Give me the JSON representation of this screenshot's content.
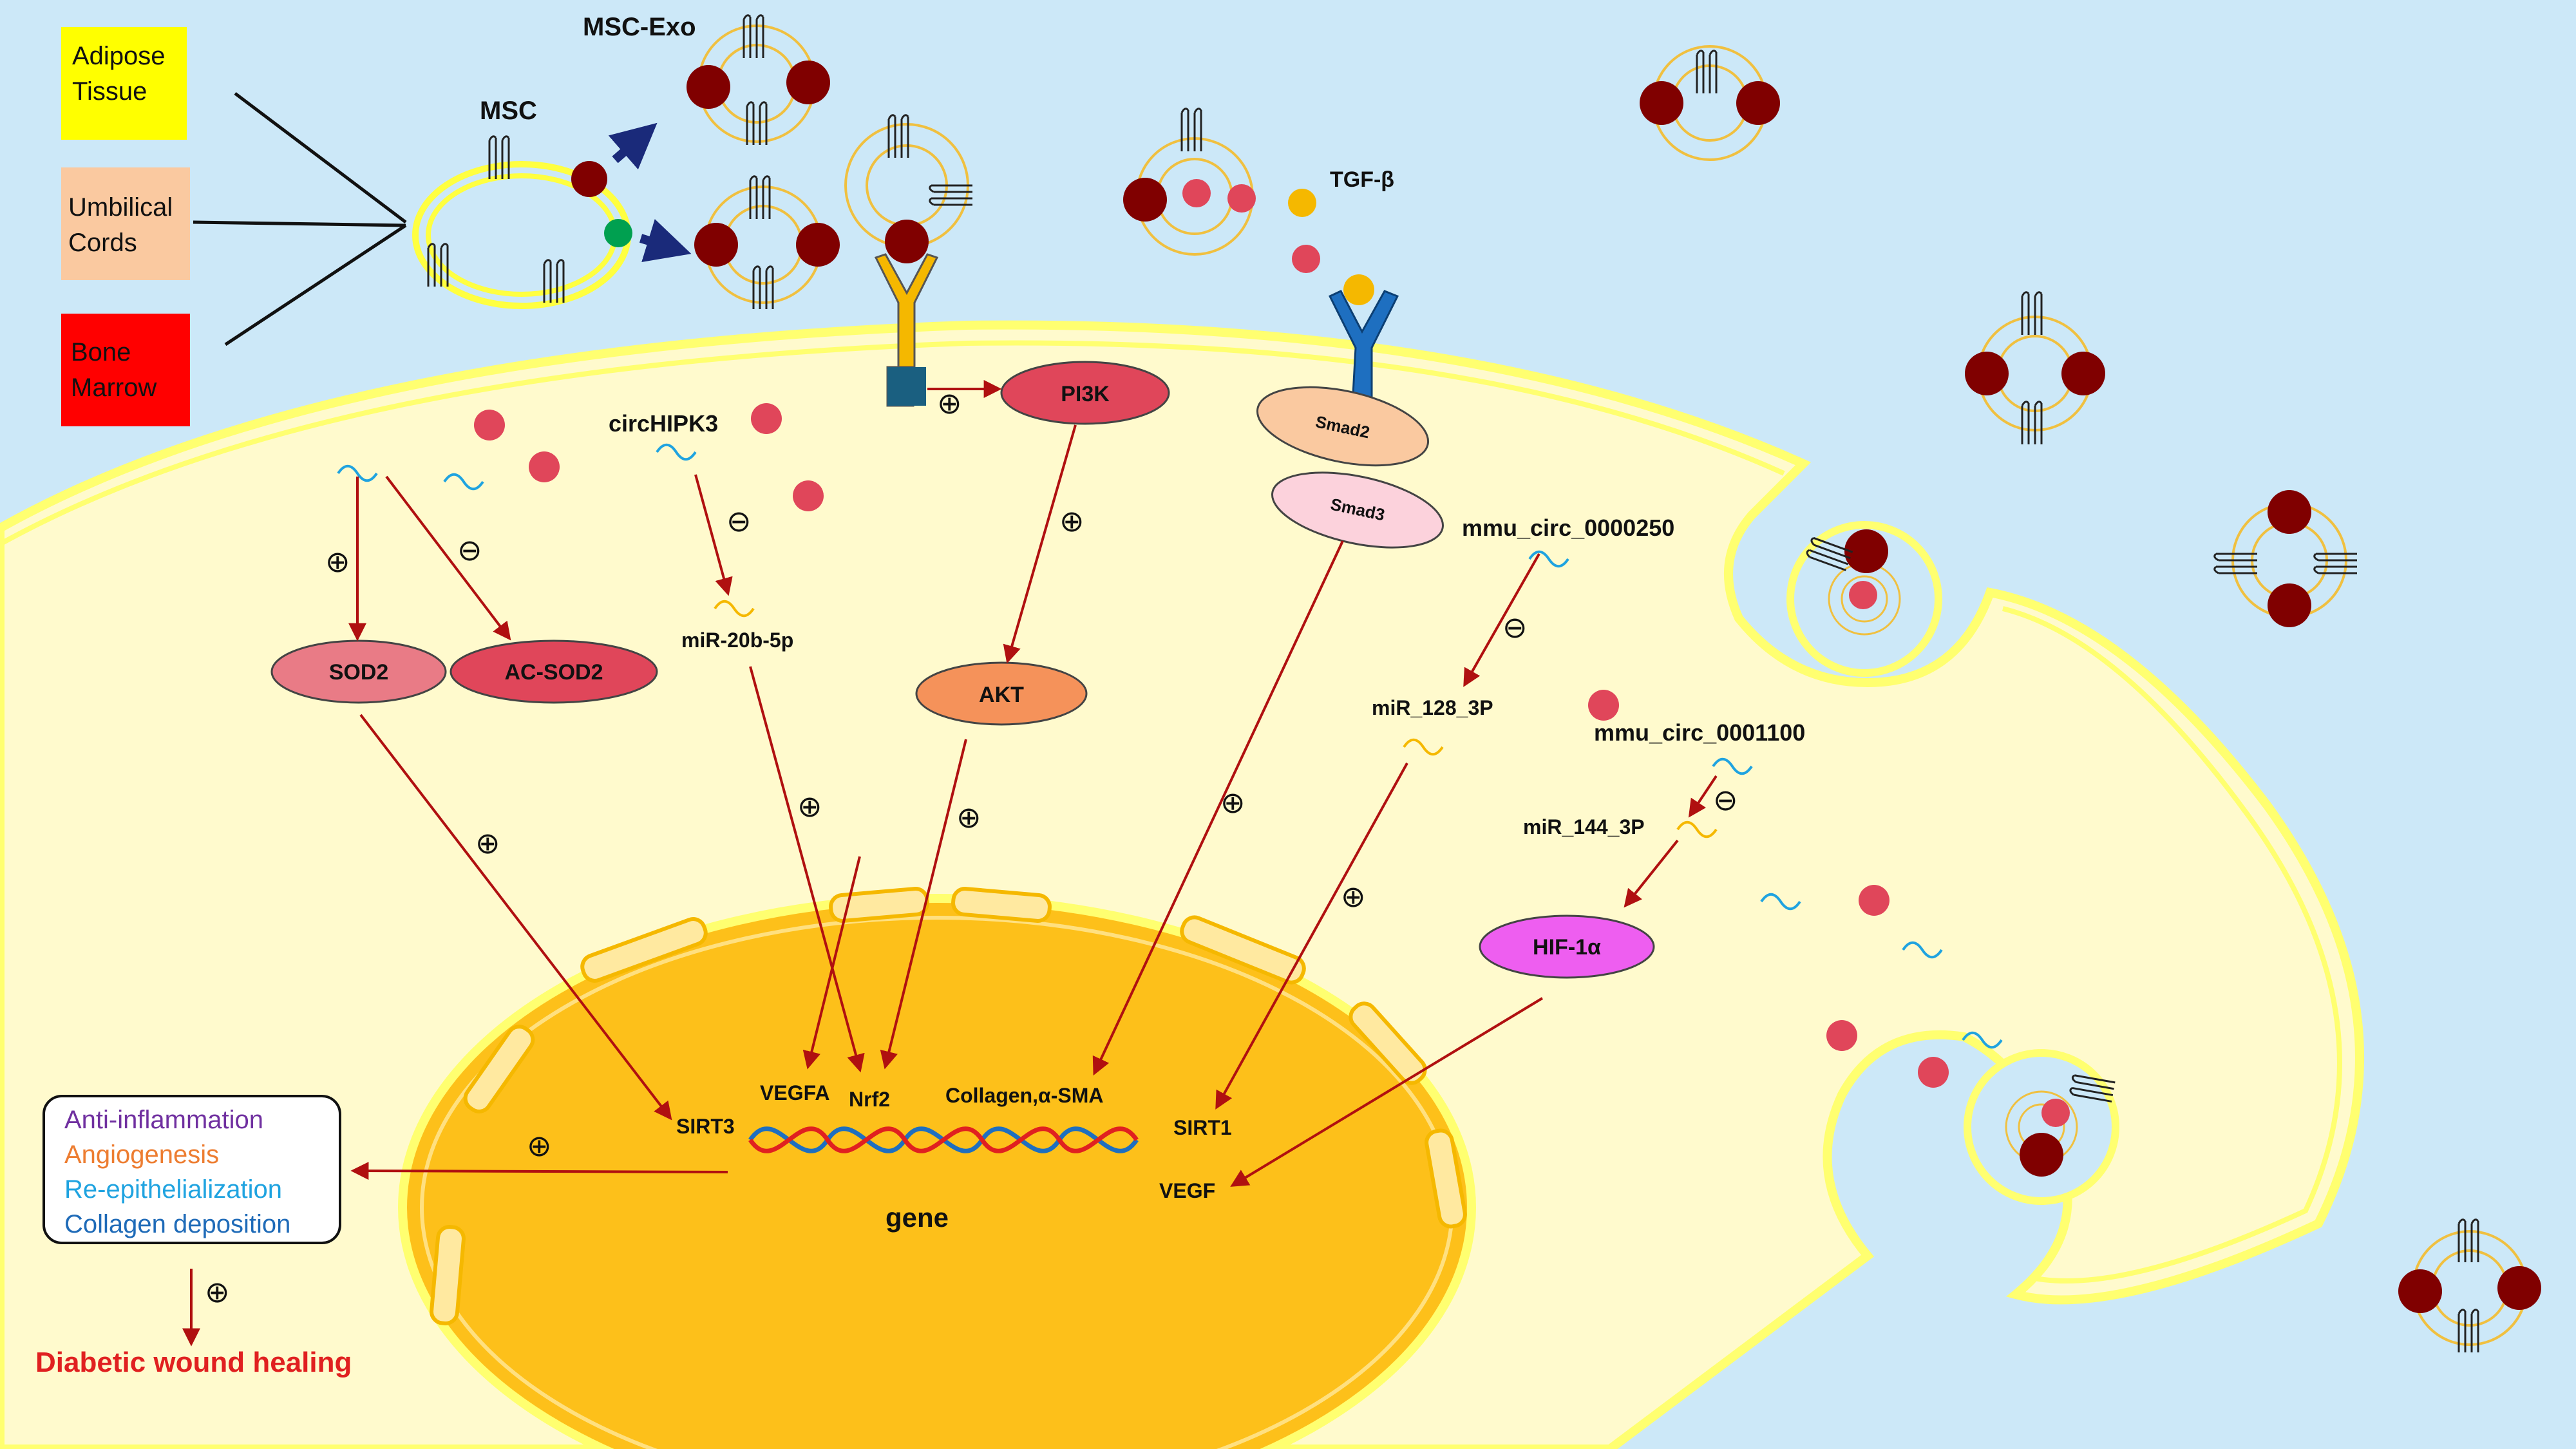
{
  "sources": [
    {
      "label_1": "Adipose",
      "label_2": "Tissue",
      "color": "#ffff00"
    },
    {
      "label_1": "Umbilical",
      "label_2": "Cords",
      "color": "#fac9a0"
    },
    {
      "label_1": "Bone",
      "label_2": "Marrow",
      "color": "#ff0000"
    }
  ],
  "cell_labels": {
    "msc": "MSC",
    "msc_exo": "MSC-Exo",
    "tgf_beta": "TGF-β",
    "gene": "gene"
  },
  "receptors": {
    "smad2": "Smad2",
    "smad3": "Smad3"
  },
  "nodes": {
    "pi3k": "PI3K",
    "akt": "AKT",
    "sod2": "SOD2",
    "ac_sod2": "AC-SOD2",
    "hif": "HIF-1α"
  },
  "rna": {
    "circhipk3": "circHIPK3",
    "mir20b": "miR-20b-5p",
    "circ250": "mmu_circ_0000250",
    "mir128": "miR_128_3P",
    "circ1100": "mmu_circ_0001100",
    "mir144": "miR_144_3P"
  },
  "targets": {
    "vegfa": "VEGFA",
    "nrf2": "Nrf2",
    "collagen": "Collagen,α-SMA",
    "sirt3": "SIRT3",
    "sirt1": "SIRT1",
    "vegf": "VEGF"
  },
  "signs": {
    "plus": "⊕",
    "minus": "⊖"
  },
  "outcomes": [
    {
      "text": "Anti-inflammation",
      "color": "#7030a0"
    },
    {
      "text": "Angiogenesis",
      "color": "#ed7d31"
    },
    {
      "text": "Re-epithelialization",
      "color": "#1fa3e0"
    },
    {
      "text": "Collagen deposition",
      "color": "#1f6bb8"
    }
  ],
  "final": {
    "text": "Diabetic wound healing",
    "color": "#e02020"
  },
  "colors": {
    "background": "#cce8f8",
    "cytoplasm": "#fffacd",
    "membrane": "#ffff70",
    "nucleus": "#fdc01a",
    "arrow": "#b01010",
    "exosome_cargo": "#800000",
    "mirna_dot": "#e0465a"
  }
}
